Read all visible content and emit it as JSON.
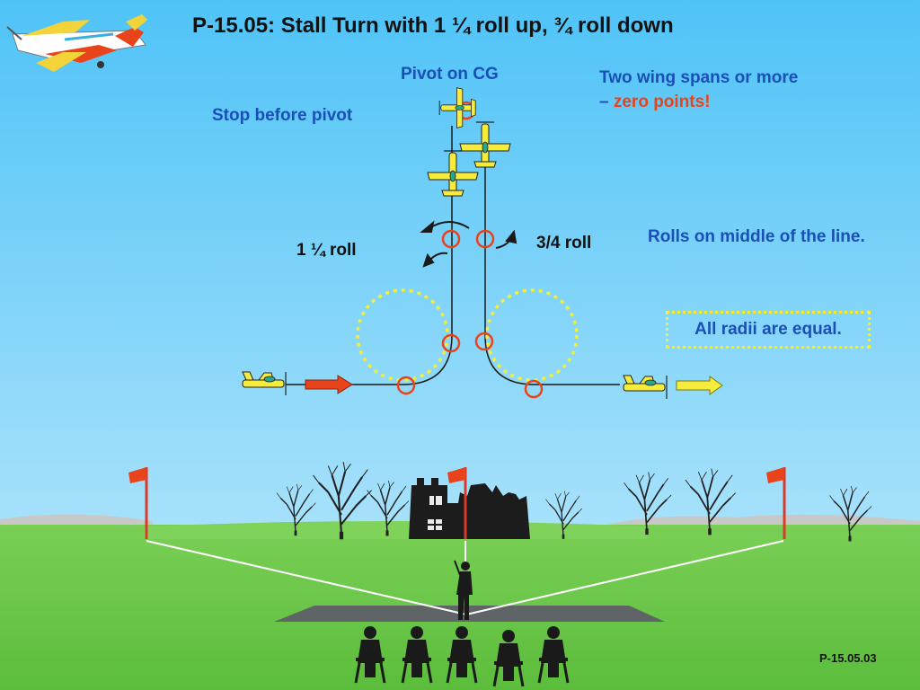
{
  "title": "P-15.05: Stall Turn with 1 ¼ roll up, ¾ roll down",
  "labels": {
    "pivot_on_cg": "Pivot on CG",
    "stop_before_pivot": "Stop before pivot",
    "wing_spans_line1": "Two wing spans or more",
    "wing_spans_dash": "– ",
    "zero_points": "zero points!",
    "one_quarter_roll": "1 ¼  roll",
    "three_quarter_roll": "3/4 roll",
    "rolls_middle": "Rolls on middle of the line.",
    "radii_equal": "All radii are equal."
  },
  "footer": "P-15.05.03",
  "colors": {
    "sky": "#5ec9f5",
    "grass": "#6cc84a",
    "marker_red": "#e8431a",
    "guide_yellow": "#f2ee3a",
    "label_blue": "#1a4fb8",
    "plane_yellow": "#f5ec3c"
  },
  "icons": [
    "aerobatic-plane-logo-icon",
    "small-plane-icon",
    "entry-arrow-icon",
    "exit-arrow-icon",
    "flag-icon",
    "tree-icon",
    "castle-icon",
    "pilot-silhouette-icon",
    "judge-silhouette-icon",
    "rotation-arrow-icon"
  ]
}
